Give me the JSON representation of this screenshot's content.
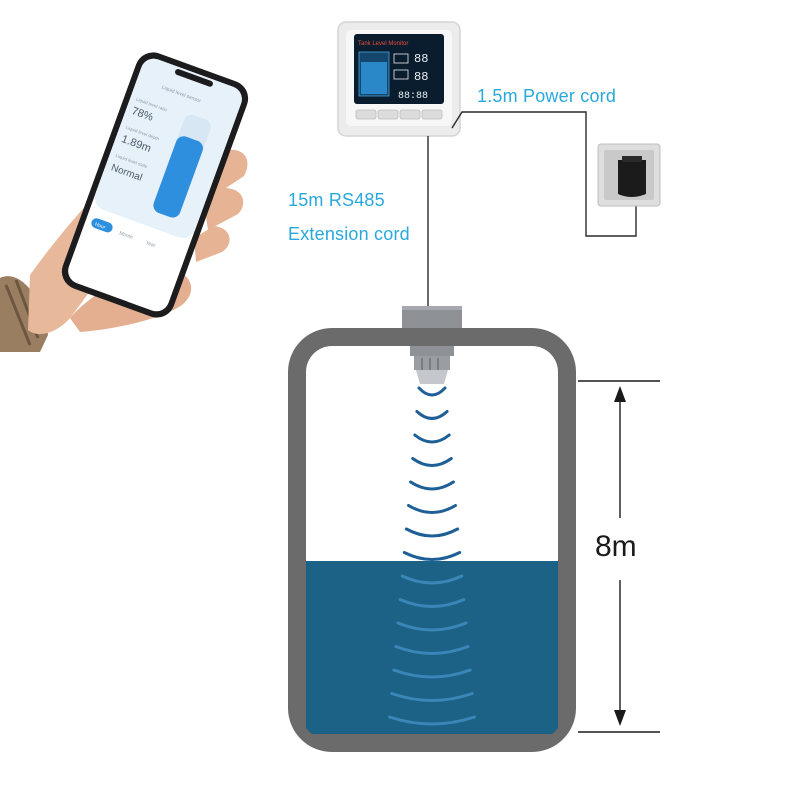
{
  "labels": {
    "power_cord": "1.5m Power cord",
    "rs485_line1": "15m RS485",
    "rs485_line2": "Extension cord",
    "tank_height": "8m"
  },
  "monitor": {
    "title": "Tank Level Monitor",
    "digits_top": "88",
    "digits_mid": "88",
    "digits_bottom": "88:88"
  },
  "phone_app": {
    "header": "Liquid level sensor",
    "reading_1_label": "Liquid level ratio",
    "reading_1_value": "78%",
    "reading_2_label": "Liquid level depth",
    "reading_2_value": "1.89m",
    "reading_3_label": "Liquid level state",
    "reading_3_value": "Normal",
    "fill_fraction": 0.78,
    "tabs": [
      "Hour",
      "Month",
      "Year"
    ]
  },
  "colors": {
    "label_blue": "#28a8dc",
    "water": "#1b6286",
    "tank_wall": "#6b6b6b",
    "wave_upper": "#1d5f96",
    "wave_lower": "#3a86b8"
  }
}
